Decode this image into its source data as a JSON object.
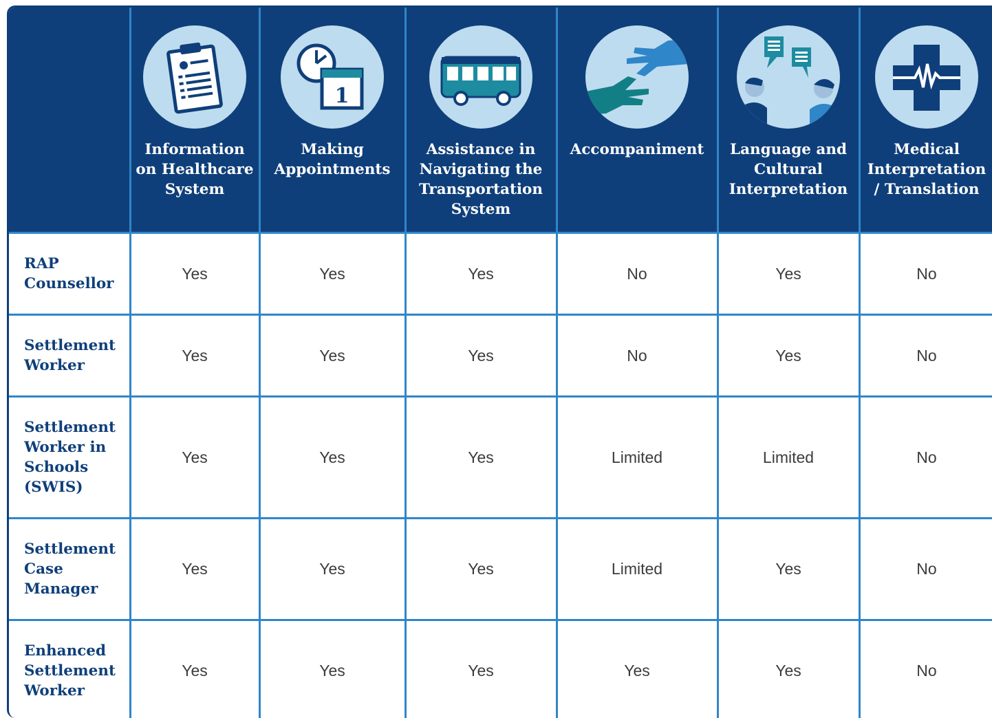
{
  "table": {
    "columns": [
      {
        "label": "Information on Healthcare System",
        "icon": "clipboard-icon"
      },
      {
        "label": "Making Appointments",
        "icon": "calendar-clock-icon"
      },
      {
        "label": "Assistance in Navigating the Transportation System",
        "icon": "bus-icon"
      },
      {
        "label": "Accompaniment",
        "icon": "hands-icon"
      },
      {
        "label": "Language and Cultural Interpretation",
        "icon": "people-speech-icon"
      },
      {
        "label": "Medical Interpretation / Translation",
        "icon": "medical-cross-icon"
      }
    ],
    "rows": [
      {
        "label": "RAP Counsellor",
        "values": [
          "Yes",
          "Yes",
          "Yes",
          "No",
          "Yes",
          "No"
        ]
      },
      {
        "label": "Settlement Worker",
        "values": [
          "Yes",
          "Yes",
          "Yes",
          "No",
          "Yes",
          "No"
        ]
      },
      {
        "label": "Settlement Worker in Schools (SWIS)",
        "values": [
          "Yes",
          "Yes",
          "Yes",
          "Limited",
          "Limited",
          "No"
        ]
      },
      {
        "label": "Settlement Case Manager",
        "values": [
          "Yes",
          "Yes",
          "Yes",
          "Limited",
          "Yes",
          "No"
        ]
      },
      {
        "label": "Enhanced Settlement Worker",
        "values": [
          "Yes",
          "Yes",
          "Yes",
          "Yes",
          "Yes",
          "No"
        ]
      }
    ]
  },
  "colors": {
    "header_bg": "#0f3f7a",
    "grid": "#2f86c9",
    "icon_bg": "#bedcef",
    "row_label": "#0f3f7a"
  }
}
